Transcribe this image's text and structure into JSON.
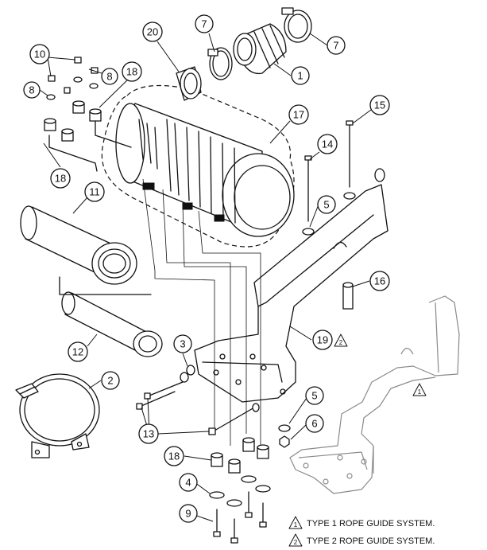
{
  "callouts": {
    "c1": "1",
    "c2": "2",
    "c3": "3",
    "c4": "4",
    "c5a": "5",
    "c5b": "5",
    "c6": "6",
    "c7a": "7",
    "c7b": "7",
    "c8a": "8",
    "c8b": "8",
    "c9": "9",
    "c10": "10",
    "c11": "11",
    "c12": "12",
    "c13": "13",
    "c14": "14",
    "c15": "15",
    "c16": "16",
    "c17": "17",
    "c18a": "18",
    "c18b": "18",
    "c18c": "18",
    "c19": "19",
    "c20": "20"
  },
  "notes": {
    "note19": "2",
    "ghost_note": "1"
  },
  "legend": {
    "item1_mark": "1",
    "item1_text": "TYPE 1 ROPE GUIDE SYSTEM.",
    "item2_mark": "2",
    "item2_text": "TYPE 2 ROPE GUIDE SYSTEM."
  }
}
